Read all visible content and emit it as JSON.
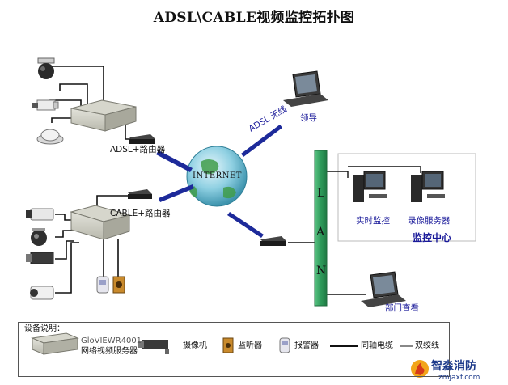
{
  "title": "ADSL\\CABLE视频监控拓扑图",
  "nodes": {
    "adsl_router": "ADSL+路由器",
    "cable_router": "CABLE+路由器",
    "internet": "INTERNET",
    "adsl_link": "ADSL 无线",
    "leader": "领导",
    "realtime": "实时监控",
    "recorder": "录像服务器",
    "center": "监控中心",
    "dept": "部门查看",
    "lan": [
      "L",
      "A",
      "N"
    ]
  },
  "legend": {
    "heading": "设备说明：",
    "server_line1": "GloVIEWR4001",
    "server_line2": "网络视频服务器",
    "camera": "摄像机",
    "listener": "监听器",
    "alarm": "报警器",
    "coax": "同轴电缆",
    "twisted": "双绞线"
  },
  "watermark": {
    "name": "智淼消防",
    "url": "zmjaxf.com"
  },
  "colors": {
    "lan_bar": "#2e9a5a",
    "link_arrow": "#1d2a9a",
    "globe": "#5fb3c9"
  }
}
